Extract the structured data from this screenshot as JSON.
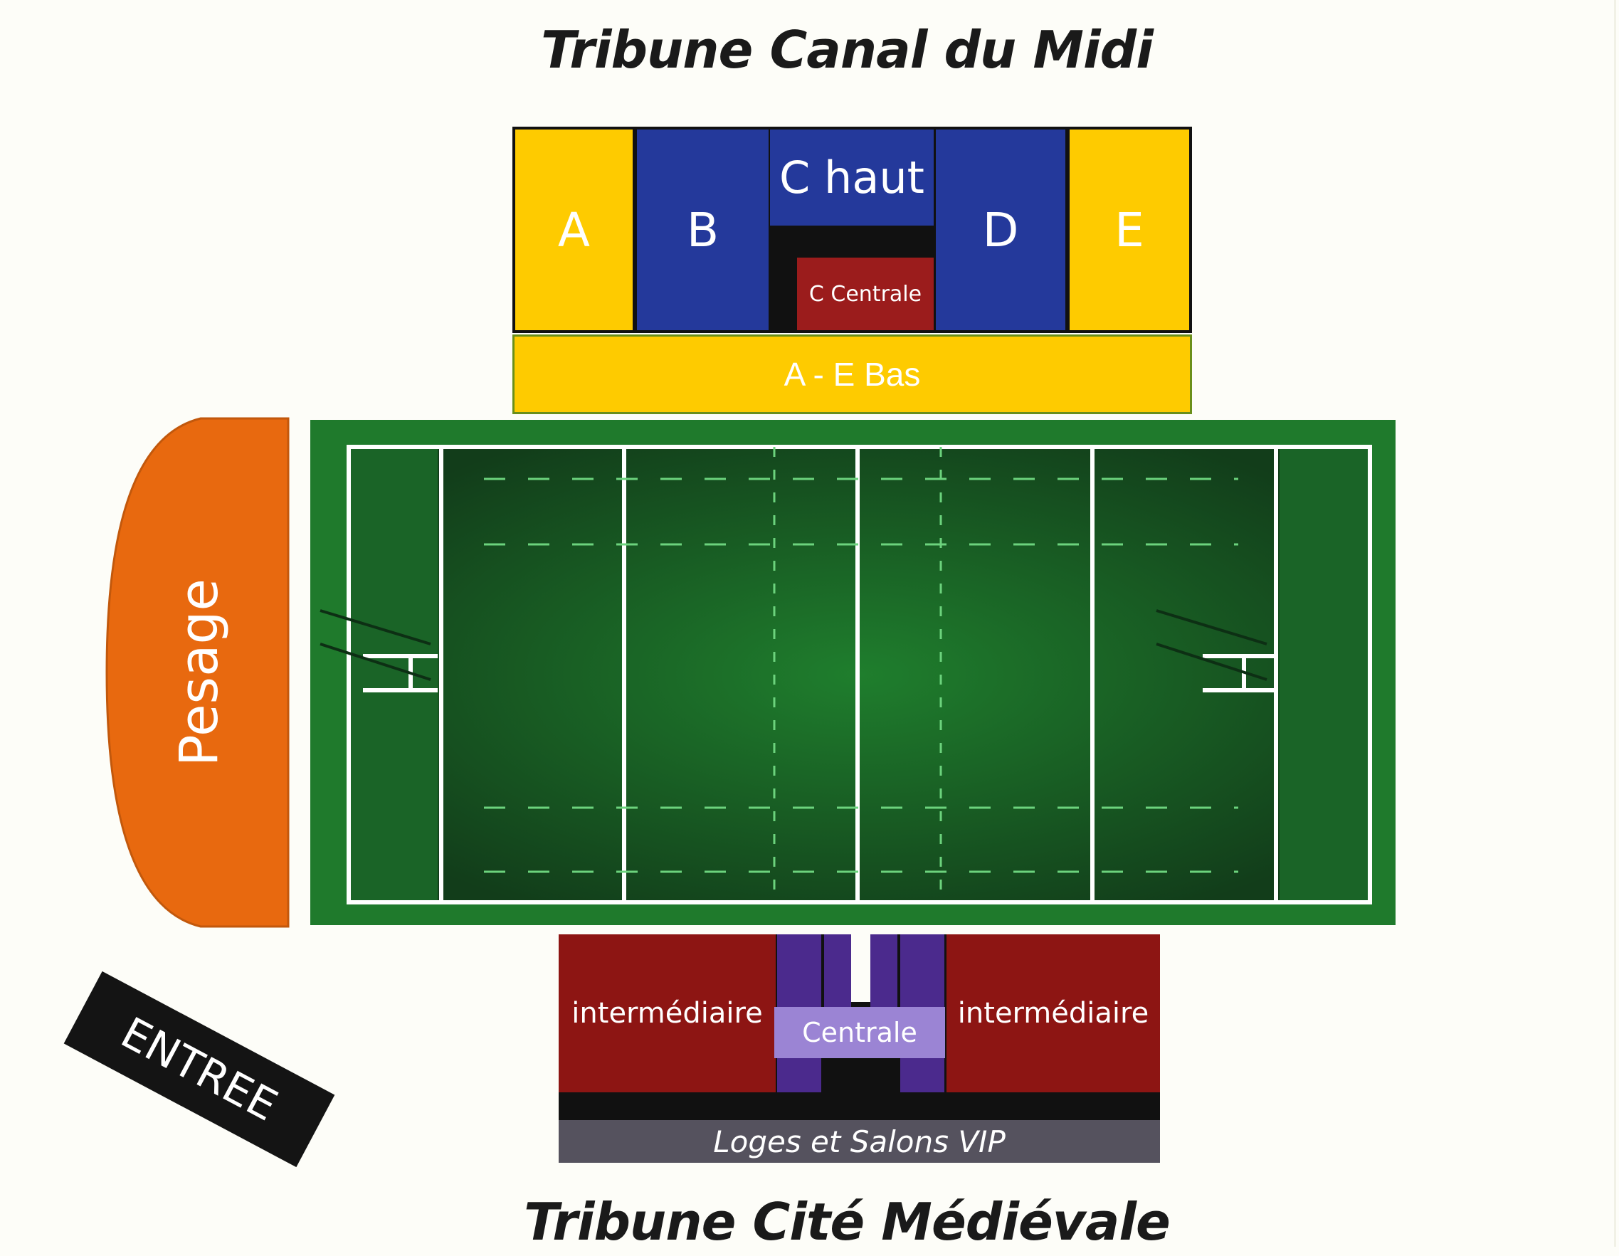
{
  "titles": {
    "north": "Tribune Canal du Midi",
    "south": "Tribune Cité Médiévale"
  },
  "north_stand": {
    "a": "A",
    "b": "B",
    "c_haut": "C haut",
    "c_centrale": "C Centrale",
    "d": "D",
    "e": "E",
    "bas": "A - E Bas"
  },
  "west_stand": {
    "pesage": "Pesage"
  },
  "south_stand": {
    "left": "intermédiaire",
    "center": "Centrale",
    "right": "intermédiaire",
    "vip": "Loges et Salons VIP"
  },
  "entrance": {
    "label": "ENTREE"
  },
  "colors": {
    "yellow": "#fecb00",
    "blue": "#24399b",
    "red_central": "#9b1c1c",
    "orange": "#e8690f",
    "pitch": "#1f6e2c",
    "pitch_dark": "#14431d",
    "south_red": "#8d1513",
    "purple": "#4b2a8d",
    "lavender": "#9b84d4",
    "vip_gray": "#55525e"
  }
}
